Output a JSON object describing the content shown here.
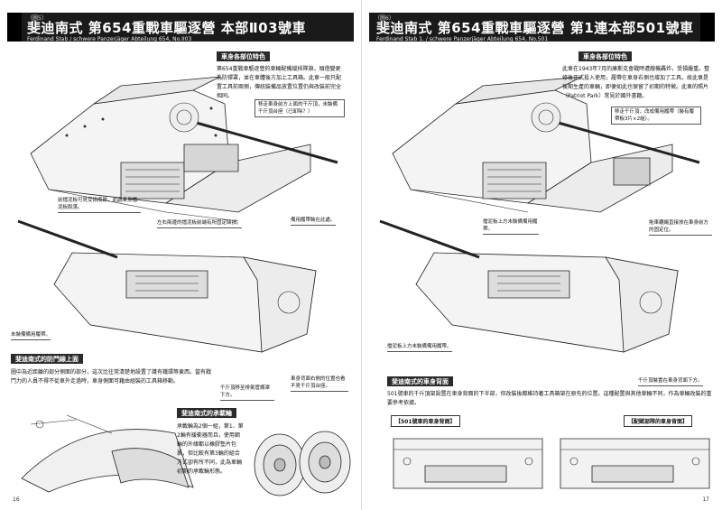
{
  "left": {
    "fig_tag": "（圖5）",
    "title": "斐迪南式 第654重戰車驅逐營 本部Ⅱ03號車",
    "subtitle": "Ferdinand Stab / schwere Panzerjäger Abteilung 654, No.II03",
    "section1_head": "車身各部位特色",
    "section1_text": "第654重戰車驅逐營的車輛配備縱排隊旗，頭燈變更為防彈罩，並在車體後方加上工具箱。此車一般只配置工具前兩側，傳統裝備品放置位置仍與改裝前完全相同。",
    "callouts": [
      "移走車身前方上面的千斤頂，未裝備千斤頂台座（已卸除？）",
      "前擋泥板可見受損痕跡，此處車身擋泥板脫落。",
      "左右兩邊的擋泥板前端有所固定缺損。",
      "備用履帶裝在此處。",
      "未裝備備用履帶。",
      "千斤頂移至排氣管護罩下方。",
      "車身背面右側的位置也看不見千斤頂台座。"
    ],
    "section2_head": "斐迪南式的防門線上面",
    "section2_text": "圖中為近距離的部分側面的部分，這次比往常清楚地設置了護有鐵環等東西。當有戰鬥力的人員不得不從車外走過時，車身側面可藉由組裝的工具箱移動。",
    "section3_head": "斐迪南式的承載輪",
    "section3_text": "承載輪為2個一組，第1、第2輪有緩衝器而且，使用鋼輪的外緣都以橡膠墊片包裹，但比較有第3輪的組合方式卻有所不同，此為車輛初期的承載輪形態。",
    "page_num": "16"
  },
  "right": {
    "fig_tag": "（圖6）",
    "title": "斐迪南式 第654重戰車驅逐營 第1連本部501號車",
    "subtitle": "Ferdinand Stab 1. / schwere Panzerjäger Abteilung 654, No.501",
    "section1_head": "車身各部位特色",
    "section1_text": "此車在1943年7月的庫斯克會戰時遭敵機轟炸，受損嚴重。整修後正式投入使用，履帶在車身右側也增加了工具。故此車是後期生產的車輛，即便如此也保留了初期的特徵。此車的照片（Patriot Park）常見於國外書籍。",
    "callouts": [
      "移走千斤頂，改成備用履帶（裝有履帶板3片×2組）。",
      "擋泥板上方未裝備備用履帶。",
      "拖車纜繩直接放在車身前方的固定位。",
      "擋泥板上方未裝備備用履帶。",
      "千斤頂裝置在車身背面下方。"
    ],
    "section2_head": "斐迪南式的車身背面",
    "section2_text": "501號車的千斤頂架設置在車身背面的下半部，但改裝後都維持著工具箱架在原先的位置。這種配置與其他車輛不同，作為車輛改裝的重要參考依據。",
    "caption_left": "【501號車的車身背面】",
    "caption_right": "【配賦部隊的車身背面】",
    "page_num": "17"
  }
}
